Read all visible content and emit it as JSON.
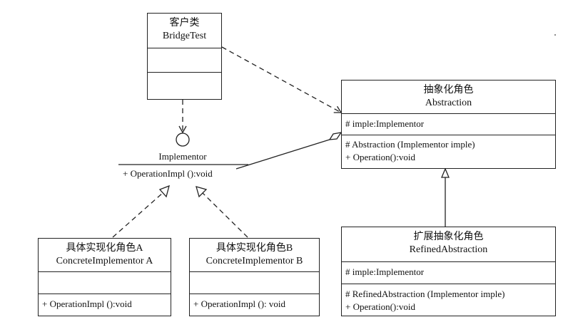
{
  "client": {
    "cn": "客户类",
    "en": "BridgeTest"
  },
  "abstraction": {
    "cn": "抽象化角色",
    "en": "Abstraction",
    "attribute": "# imple:Implementor",
    "methods": [
      "# Abstraction (Implementor imple)",
      "+ Operation():void"
    ]
  },
  "implementor": {
    "name": "Implementor",
    "operation": "+ OperationImpl ():void"
  },
  "concrete_a": {
    "cn": "具体实现化角色A",
    "en": "ConcreteImplementor A",
    "operation": "+ OperationImpl ():void"
  },
  "concrete_b": {
    "cn": "具体实现化角色B",
    "en": "ConcreteImplementor B",
    "operation": "+ OperationImpl (): void"
  },
  "refined": {
    "cn": "扩展抽象化角色",
    "en": "RefinedAbstraction",
    "attribute": "# imple:Implementor",
    "methods": [
      "# RefinedAbstraction (Implementor imple)",
      "+ Operation():void"
    ]
  },
  "colors": {
    "line": "#222222",
    "background": "#ffffff"
  }
}
